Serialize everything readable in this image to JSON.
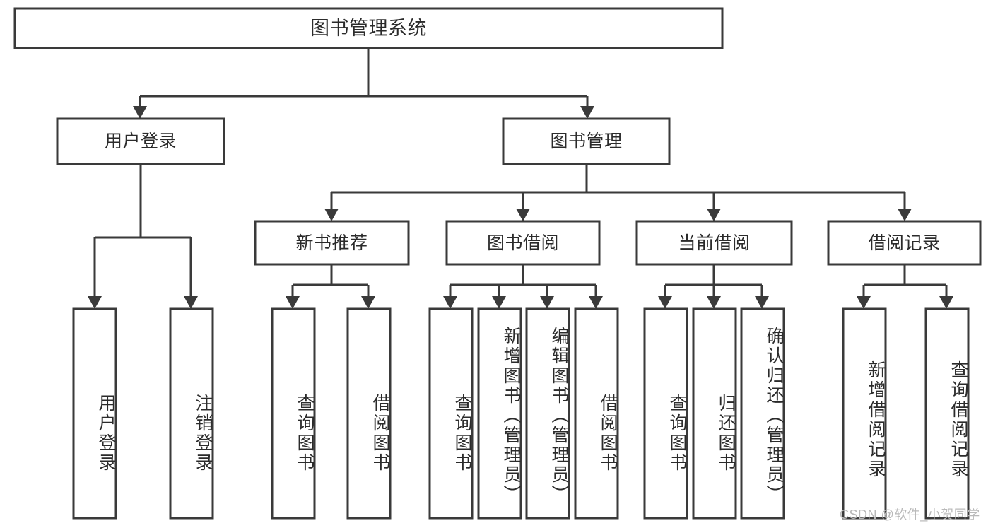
{
  "diagram": {
    "title": "图书管理系统",
    "type": "tree-hierarchy-chart",
    "orientation": "top-down",
    "colors": {
      "box_stroke": "#3a3a3a",
      "box_fill": "#ffffff",
      "connector": "#3a3a3a",
      "text": "#2b2b2b",
      "background": "#ffffff",
      "watermark": "#b9b9b9"
    },
    "root": {
      "label": "图书管理系统"
    },
    "level2": [
      {
        "label": "用户登录"
      },
      {
        "label": "图书管理"
      }
    ],
    "level3": [
      {
        "label": "新书推荐"
      },
      {
        "label": "图书借阅"
      },
      {
        "label": "当前借阅"
      },
      {
        "label": "借阅记录"
      }
    ],
    "leaves": {
      "user_login": [
        {
          "label": "用户登录"
        },
        {
          "label": "注销登录"
        }
      ],
      "new_book_recommend": [
        {
          "label": "查询图书"
        },
        {
          "label": "借阅图书"
        }
      ],
      "book_borrow": [
        {
          "label": "查询图书"
        },
        {
          "label": "新增图书（管理员）"
        },
        {
          "label": "编辑图书（管理员）"
        },
        {
          "label": "借阅图书"
        }
      ],
      "current_borrow": [
        {
          "label": "查询图书"
        },
        {
          "label": "归还图书"
        },
        {
          "label": "确认归还（管理员）"
        }
      ],
      "borrow_record": [
        {
          "label": "新增借阅记录"
        },
        {
          "label": "查询借阅记录"
        }
      ]
    }
  },
  "watermark": {
    "text": "CSDN @软件_小贺同学"
  }
}
